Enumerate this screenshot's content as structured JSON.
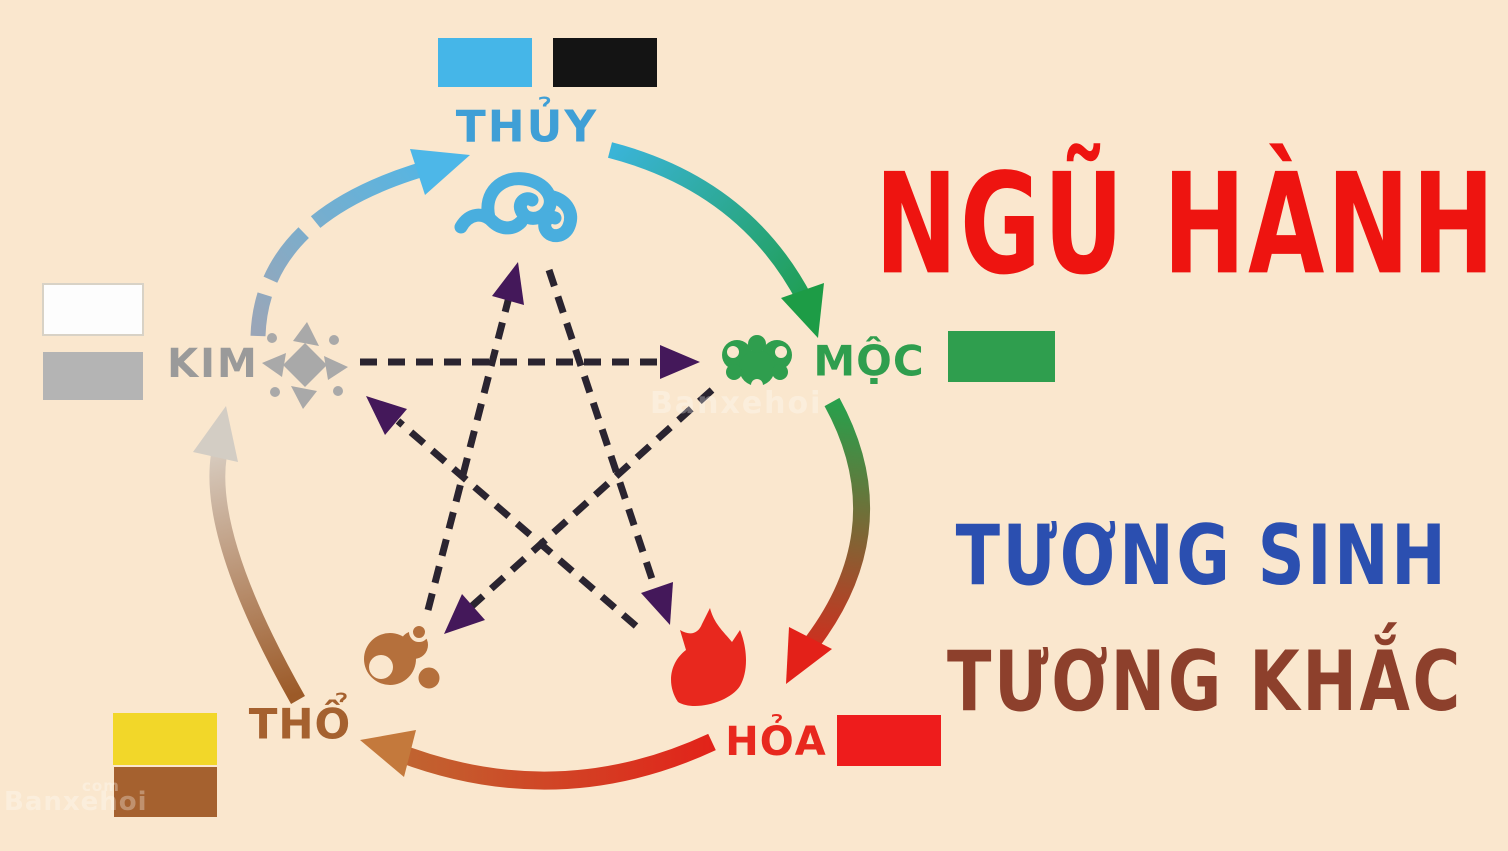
{
  "page": {
    "background_color": "#fae7ce"
  },
  "header": {
    "title": "NGŨ HÀNH",
    "title_color": "#ee1410",
    "subtitle_top": "TƯƠNG SINH",
    "subtitle_top_color": "#2b4fb0",
    "subtitle_bottom": "TƯƠNG KHẮC",
    "subtitle_bottom_color": "#8d402c"
  },
  "elements": [
    {
      "id": "thuy",
      "label": "THỦY",
      "label_color": "#3f9fd6",
      "icon": "water-swirl-icon",
      "icon_color": "#49aede",
      "swatches": [
        "#45b6e8",
        "#141414"
      ]
    },
    {
      "id": "moc",
      "label": "MỘC",
      "label_color": "#2f9e4e",
      "icon": "wood-plant-icon",
      "icon_color": "#2f9e4e",
      "swatches": [
        "#2f9e4e"
      ]
    },
    {
      "id": "hoa",
      "label": "HỎA",
      "label_color": "#e8281e",
      "icon": "fire-flame-icon",
      "icon_color": "#e8281e",
      "swatches": [
        "#ee1c1c"
      ]
    },
    {
      "id": "tho",
      "label": "THỔ",
      "label_color": "#a5612f",
      "icon": "earth-rocks-icon",
      "icon_color": "#b5703c",
      "swatches": [
        "#f2d729",
        "#a5612f"
      ]
    },
    {
      "id": "kim",
      "label": "KIM",
      "label_color": "#9a9a9a",
      "icon": "metal-sparkle-icon",
      "icon_color": "#a9a9a9",
      "swatches": [
        "#fdfdfd",
        "#b4b4b4"
      ]
    }
  ],
  "cycles": {
    "generation_tuong_sinh": [
      "KIM → THỦY",
      "THỦY → MỘC",
      "MỘC → HỎA",
      "HỎA → THỔ",
      "THỔ → KIM"
    ],
    "overcoming_tuong_khac": [
      "KIM → MỘC",
      "MỘC → THỔ",
      "THỔ → THỦY",
      "THỦY → HỎA",
      "HỎA → KIM"
    ],
    "overcoming_arrow_color": "#44185a",
    "overcoming_dash_color": "#2a2430"
  },
  "watermark": {
    "text": "Banxehoi",
    "domain": "com"
  }
}
